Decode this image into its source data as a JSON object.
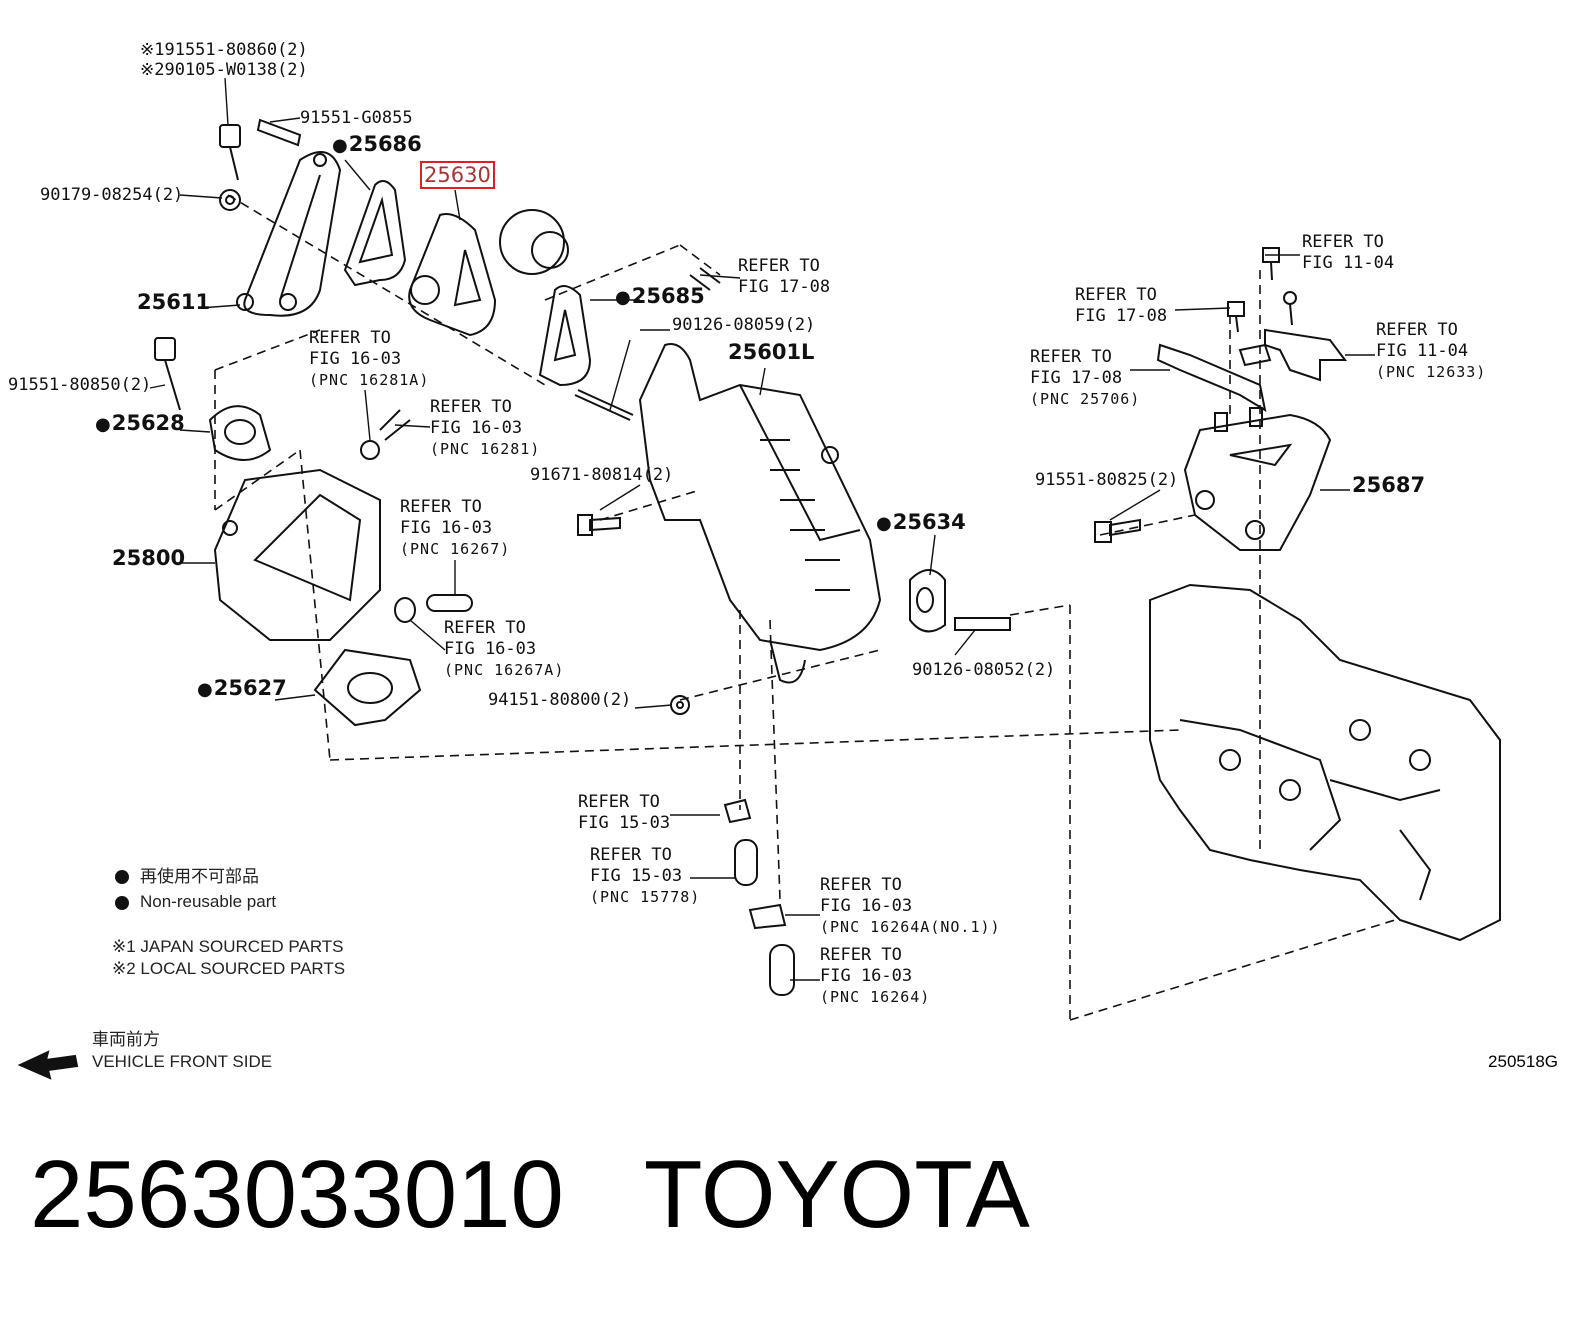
{
  "labels": {
    "top_note1": "※191551-80860(2)",
    "top_note2": "※290105-W0138(2)",
    "p91551_G0855": "91551-G0855",
    "p25686": "25686",
    "p25630": "25630",
    "p90179": "90179-08254(2)",
    "p25611": "25611",
    "p25685": "25685",
    "refer_17_08_a_1": "REFER TO",
    "refer_17_08_a_2": "FIG 17-08",
    "p90126_08059": "90126-08059(2)",
    "p25601L": "25601L",
    "refer_16_03_a_1": "REFER TO",
    "refer_16_03_a_2": "FIG 16-03",
    "refer_16_03_a_3": "(PNC 16281A)",
    "p91551_80850": "91551-80850(2)",
    "p25628": "25628",
    "refer_16_03_b_1": "REFER TO",
    "refer_16_03_b_2": "FIG 16-03",
    "refer_16_03_b_3": "(PNC 16281)",
    "p91671": "91671-80814(2)",
    "refer_16_03_c_1": "REFER TO",
    "refer_16_03_c_2": "FIG 16-03",
    "refer_16_03_c_3": "(PNC 16267)",
    "p25800": "25800",
    "refer_16_03_d_1": "REFER TO",
    "refer_16_03_d_2": "FIG 16-03",
    "refer_16_03_d_3": "(PNC 16267A)",
    "p25627": "25627",
    "p94151": "94151-80800(2)",
    "p25634": "25634",
    "p90126_08052": "90126-08052(2)",
    "refer_11_04_a_1": "REFER TO",
    "refer_11_04_a_2": "FIG 11-04",
    "refer_17_08_b_1": "REFER TO",
    "refer_17_08_b_2": "FIG 17-08",
    "refer_17_08_c_1": "REFER TO",
    "refer_17_08_c_2": "FIG 17-08",
    "refer_17_08_c_3": "(PNC 25706)",
    "refer_11_04_b_1": "REFER TO",
    "refer_11_04_b_2": "FIG 11-04",
    "refer_11_04_b_3": "(PNC 12633)",
    "p91551_80825": "91551-80825(2)",
    "p25687": "25687",
    "refer_15_03_a_1": "REFER TO",
    "refer_15_03_a_2": "FIG 15-03",
    "refer_15_03_b_1": "REFER TO",
    "refer_15_03_b_2": "FIG 15-03",
    "refer_15_03_b_3": "(PNC 15778)",
    "refer_16_03_e_1": "REFER TO",
    "refer_16_03_e_2": "FIG 16-03",
    "refer_16_03_e_3": "(PNC 16264A(NO.1))",
    "refer_16_03_f_1": "REFER TO",
    "refer_16_03_f_2": "FIG 16-03",
    "refer_16_03_f_3": "(PNC 16264)"
  },
  "legend": {
    "nonreuse_jp": "再使用不可部品",
    "nonreuse_en": "Non-reusable part",
    "note1": "※1  JAPAN SOURCED PARTS",
    "note2": "※2  LOCAL SOURCED PARTS",
    "front_jp": "車両前方",
    "front_en": "VEHICLE FRONT SIDE"
  },
  "figure_code": "250518G",
  "footer": {
    "part_number": "2563033010",
    "brand": "TOYOTA"
  }
}
